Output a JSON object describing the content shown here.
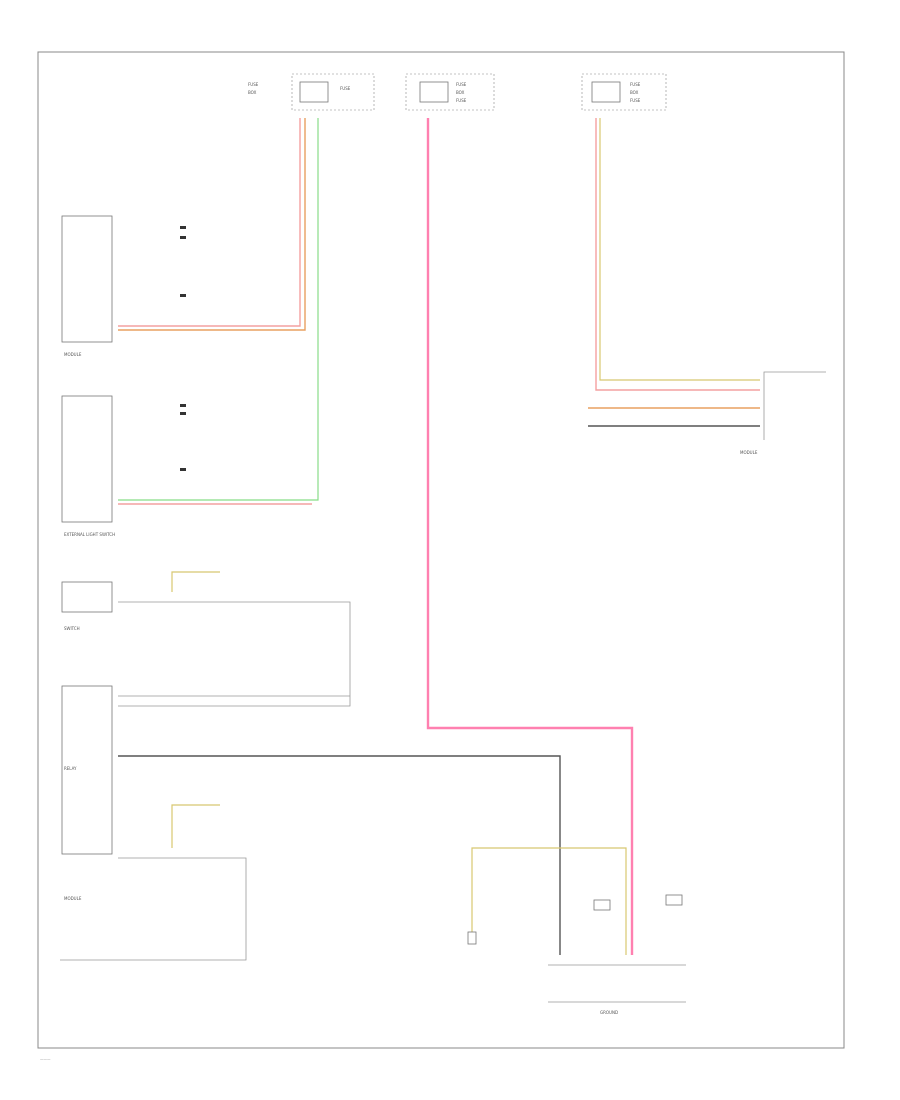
{
  "colors": {
    "border": "#888888",
    "wire_red": "#f4a0a0",
    "wire_orange": "#e8a060",
    "wire_green": "#88dd88",
    "wire_pink": "#ff80b0",
    "wire_yellow": "#d8c870",
    "wire_black": "#555555"
  },
  "fuses": {
    "left": [
      "FUSE",
      "BOX",
      "FUSE"
    ],
    "center": [
      "FUSE",
      "BOX",
      "FUSE"
    ],
    "right": [
      "FUSE",
      "BOX",
      "FUSE"
    ]
  },
  "modules": {
    "top": "MODULE",
    "middle": "EXTERNAL LIGHT SWITCH",
    "small": "SWITCH",
    "relay": "RELAY",
    "lower": "MODULE",
    "right": "MODULE",
    "ground": "GROUND"
  },
  "page_mark": "———"
}
